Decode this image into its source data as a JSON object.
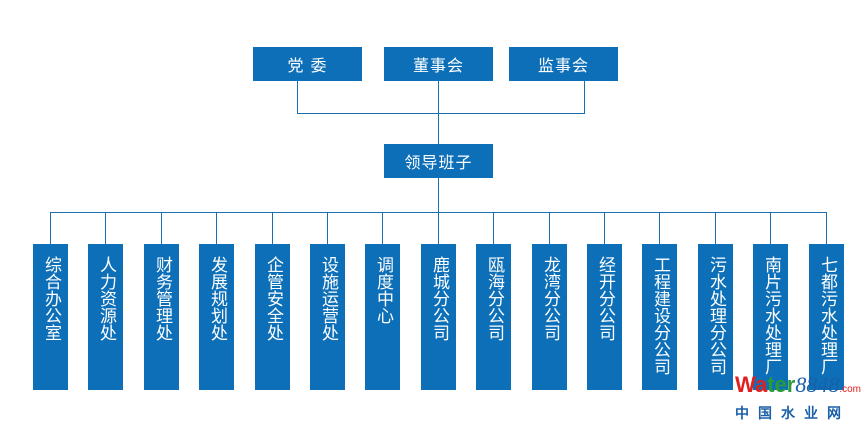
{
  "top_level": [
    "党 委",
    "董事会",
    "监事会"
  ],
  "leadership": "领导班子",
  "departments": [
    "综合办公室",
    "人力资源处",
    "财务管理处",
    "发展规划处",
    "企管安全处",
    "设施运营处",
    "调度中心",
    "鹿城分公司",
    "瓯海分公司",
    "龙湾分公司",
    "经开分公司",
    "工程建设分公司",
    "污水处理分公司",
    "南片污水处理厂",
    "七都污水处理厂"
  ],
  "watermark": {
    "logo": "Water8848",
    "logo_suffix": ".com",
    "subtitle": "中国水业网"
  },
  "colors": {
    "box": "#0d6fb8",
    "line": "#1a6fae"
  }
}
